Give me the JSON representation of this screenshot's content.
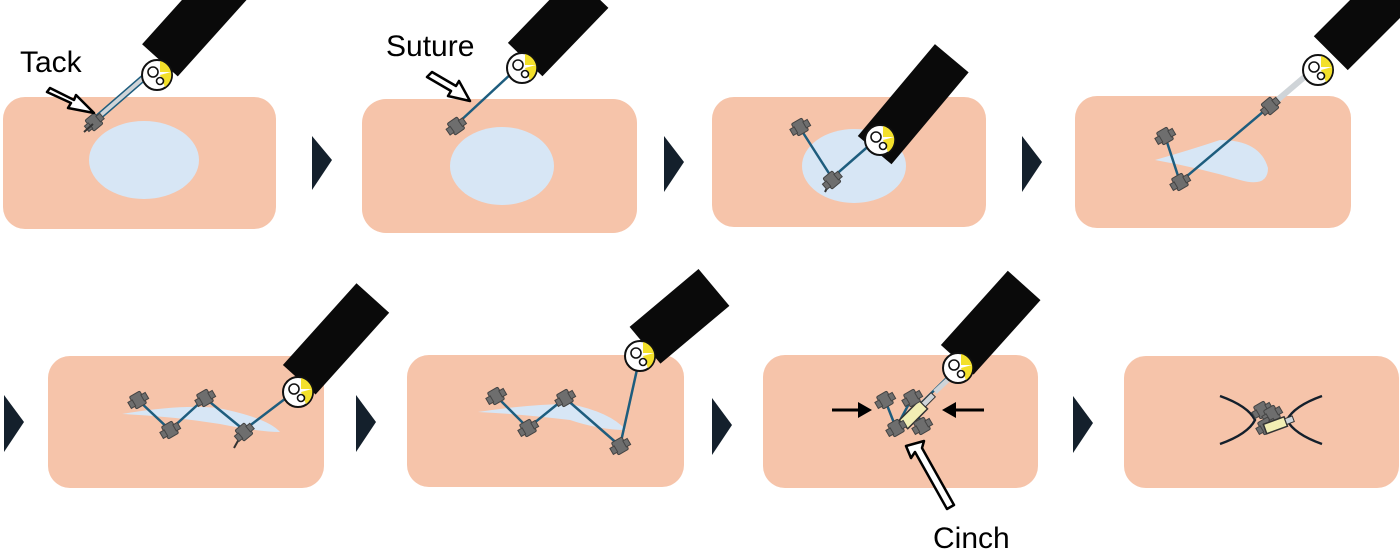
{
  "labels": {
    "tack": "Tack",
    "suture": "Suture",
    "cinch": "Cinch"
  },
  "colors": {
    "tissue": "#f6c4aa",
    "defect": "#d7e6f5",
    "suture": "#1e5d7e",
    "endoscope": "#0a0a0a",
    "arrow_head": "#14202c",
    "tack": "#6e6e6e",
    "cinch_device": "#f2eeb4",
    "light": "#f3e02a"
  },
  "steps": [
    {
      "step": 1,
      "annotation": "tack"
    },
    {
      "step": 2,
      "annotation": "suture"
    },
    {
      "step": 3
    },
    {
      "step": 4
    },
    {
      "step": 5
    },
    {
      "step": 6
    },
    {
      "step": 7,
      "annotation": "cinch"
    },
    {
      "step": 8
    }
  ]
}
